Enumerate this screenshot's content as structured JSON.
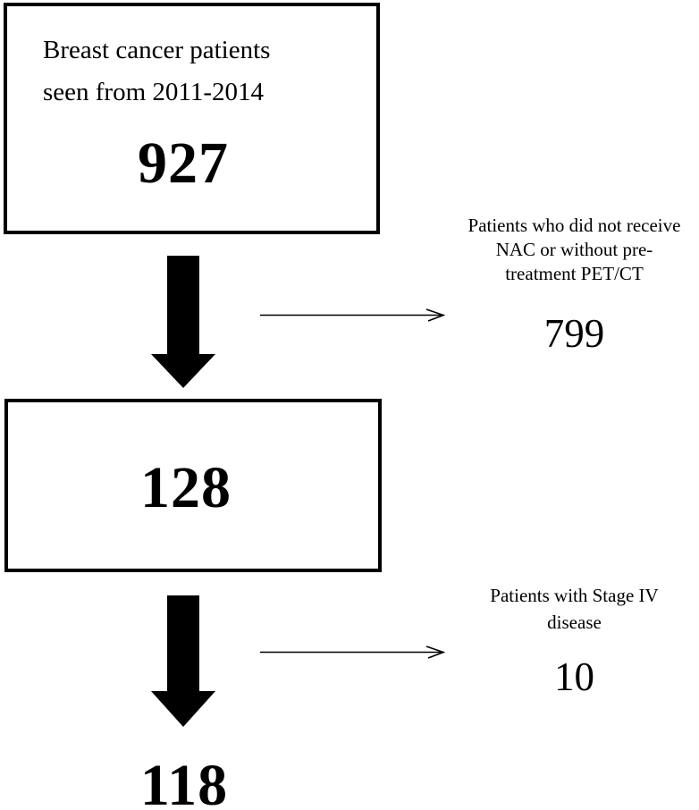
{
  "flow": {
    "box1": {
      "line1": "Breast cancer patients",
      "line2": "seen from 2011-2014",
      "count": "927"
    },
    "exclusion1": {
      "line1": "Patients who did not receive",
      "line2": "NAC or without pre-",
      "line3": "treatment PET/CT",
      "count": "799"
    },
    "box2": {
      "count": "128"
    },
    "exclusion2": {
      "line1": "Patients with Stage IV",
      "line2": "disease",
      "count": "10"
    },
    "final": {
      "count": "118"
    }
  },
  "colors": {
    "ink": "#000000",
    "background": "#ffffff"
  }
}
